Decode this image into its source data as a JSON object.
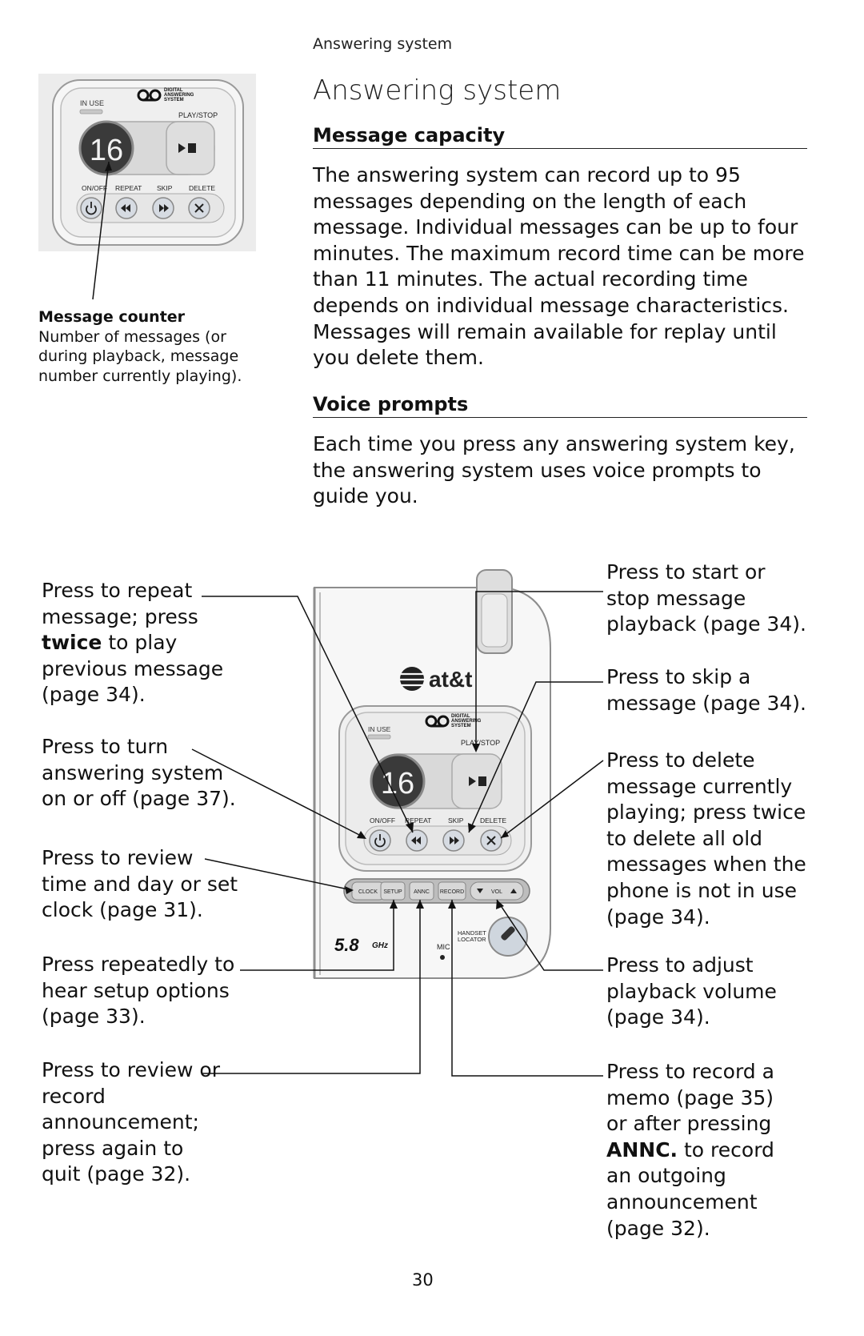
{
  "header": {
    "running_title": "Answering system"
  },
  "title": "Answering system",
  "sections": {
    "capacity": {
      "heading": "Message capacity",
      "body": "The answering system can record up to 95 messages depending on the length of each message. Individual messages can be up to four minutes. The maximum record time can be more than 11 minutes. The actual recording time depends on individual message characteristics. Messages will remain available for replay until you delete them."
    },
    "prompts": {
      "heading": "Voice prompts",
      "body": "Each time you press any answering system key, the answering system uses voice prompts to guide you."
    }
  },
  "device_labels": {
    "in_use": "IN USE",
    "logo_line1": "DIGITAL",
    "logo_line2": "ANSWERING",
    "logo_line3": "SYSTEM",
    "play_stop": "PLAY/STOP",
    "counter_value": "16",
    "on_off": "ON/OFF",
    "repeat": "REPEAT",
    "skip": "SKIP",
    "delete": "DELETE",
    "brand": "at&t",
    "clock": "CLOCK",
    "setup": "SETUP",
    "annc": "ANNC",
    "record": "RECORD",
    "vol": "VOL",
    "handset_locator_1": "HANDSET",
    "handset_locator_2": "LOCATOR",
    "mic": "MIC",
    "freq": "5.8",
    "freq_unit": "GHz"
  },
  "message_counter": {
    "title": "Message counter",
    "description": "Number of messages (or during playback, message number currently playing)."
  },
  "callouts": {
    "repeat_a": "Press to repeat message; press ",
    "repeat_bold": "twice",
    "repeat_b": " to play previous message (page 34).",
    "onoff": "Press to turn answering system on or off (page 37).",
    "clock": "Press to review time and day or set clock (page 31).",
    "setup": "Press repeatedly to hear setup options (page 33).",
    "annc": "Press to review or record announcement; press again to quit (page 32).",
    "playstop": "Press to start or stop message playback (page 34).",
    "skip": "Press to skip a message (page 34).",
    "delete": "Press to delete message currently playing; press twice to delete all old messages when the phone is not in use (page 34).",
    "volume": "Press to adjust playback volume (page 34).",
    "record_a": "Press to record a memo (page 35) or after pressing ",
    "record_bold": "ANNC.",
    "record_b": " to record an outgoing announcement (page 32)."
  },
  "page_number": "30"
}
